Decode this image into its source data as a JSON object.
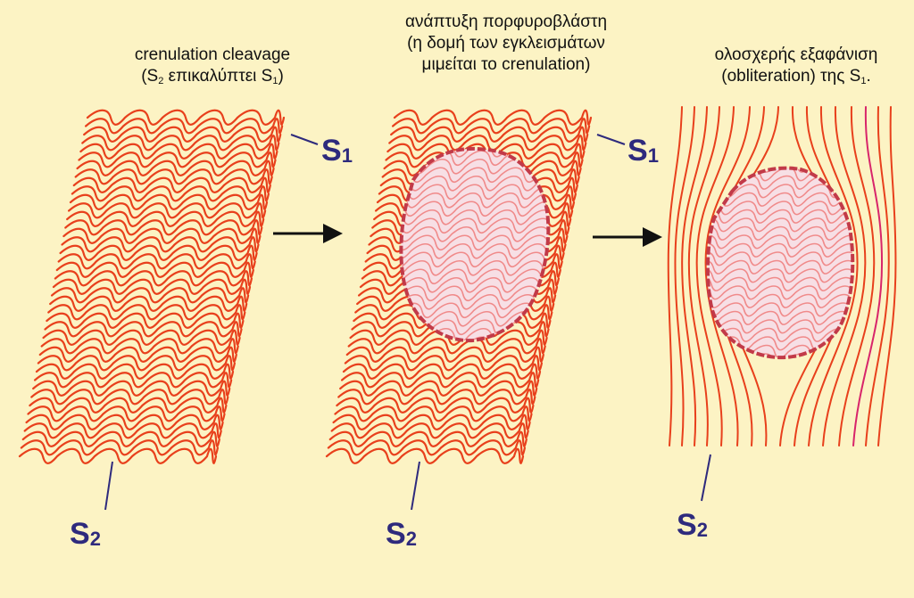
{
  "panels": [
    {
      "caption": {
        "line1": "crenulation cleavage",
        "line2_open": "(S",
        "line2_sub1": "2",
        "line2_mid": " επικαλύπτει S",
        "line2_sub2": "1",
        "line2_close": ")"
      },
      "labels": {
        "s1_letter": "S",
        "s1_index": "1",
        "s2_letter": "S",
        "s2_index": "2"
      }
    },
    {
      "caption": {
        "line1": "ανάπτυξη πορφυροβλάστη",
        "line2": "(η δομή των εγκλεισμάτων",
        "line3": "μιμείται το crenulation)"
      },
      "labels": {
        "s1_letter": "S",
        "s1_index": "1",
        "s2_letter": "S",
        "s2_index": "2"
      }
    },
    {
      "caption": {
        "line1": "ολοσχερής εξαφάνιση",
        "line2_start": "(obliteration) της S",
        "line2_sub": "1",
        "line2_end": "."
      },
      "labels": {
        "s2_letter": "S",
        "s2_index": "2"
      }
    }
  ],
  "colors": {
    "background": "#fcf3c4",
    "fabric_lines": "#e8401c",
    "porphyroblast_fill": "#f7dfe5",
    "porphyroblast_outline": "#c23a48",
    "inclusion_lines": "#f08a8a",
    "label_text": "#2e2a7d",
    "arrow": "#111111"
  }
}
